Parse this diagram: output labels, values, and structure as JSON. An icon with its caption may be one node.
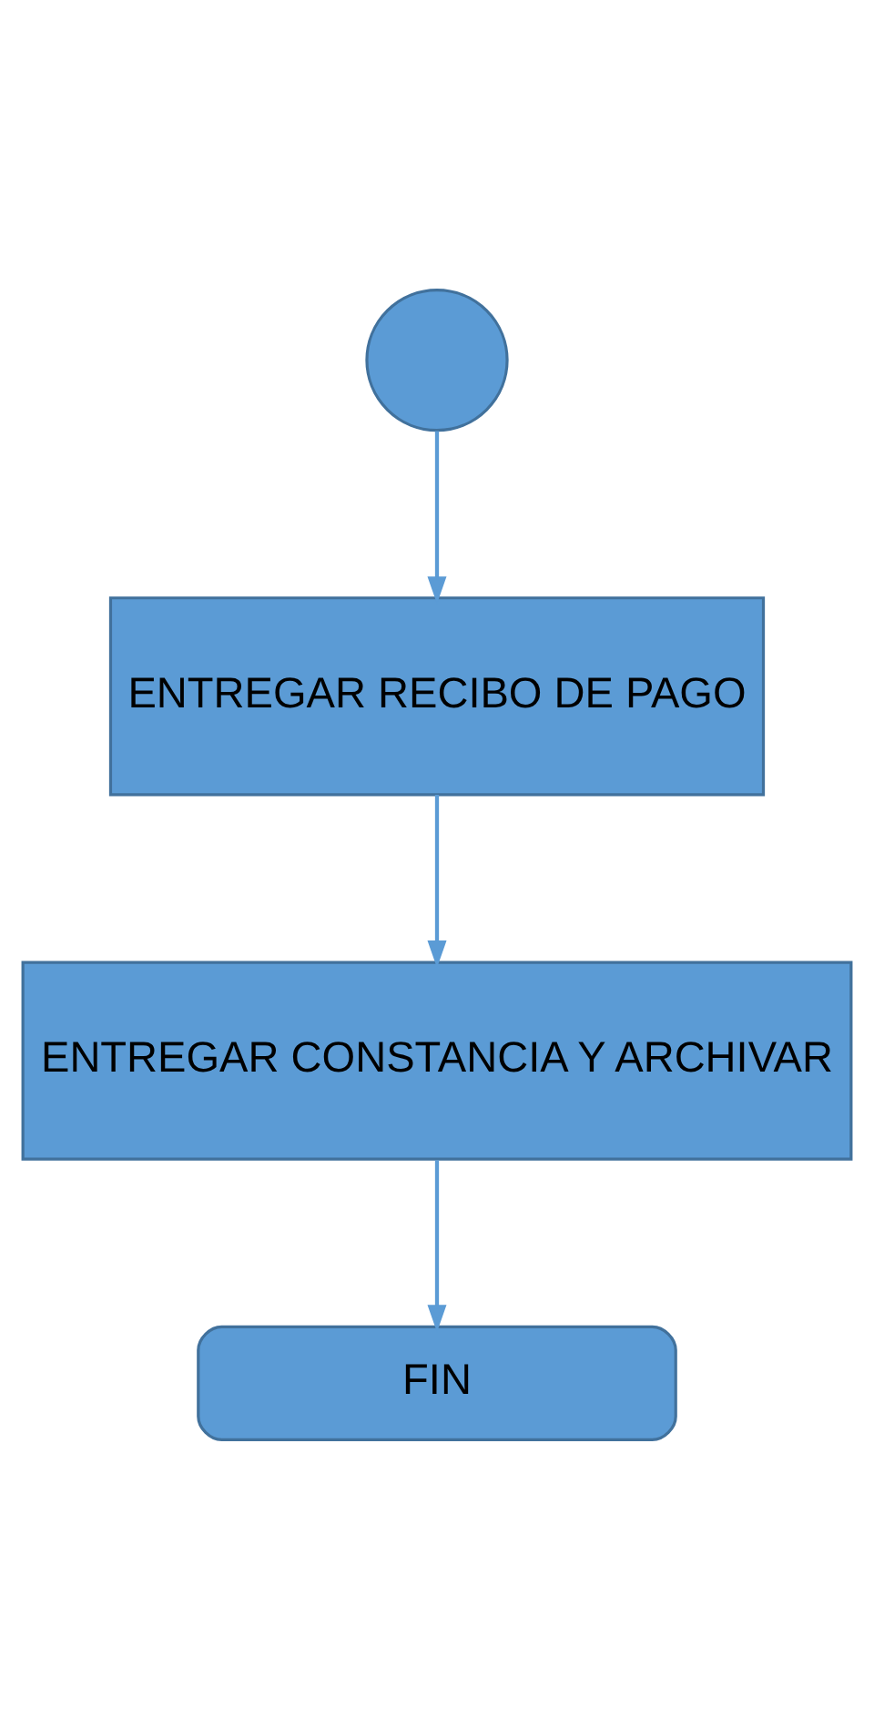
{
  "diagram": {
    "nodes": [
      {
        "text": [],
        "shape": "circle"
      },
      {
        "text": [
          "ENTREGAR RECIBO DE PAGO"
        ]
      },
      {
        "text": [
          "ENTREGAR CONSTANCIA Y ARCHIVAR"
        ]
      },
      {
        "text": [
          "FIN"
        ]
      }
    ],
    "edges": [
      {
        "from": 0,
        "to": 1,
        "arrow": "to"
      },
      {
        "from": 1,
        "to": 2,
        "arrow": "to"
      },
      {
        "from": 2,
        "to": 3,
        "arrow": "to"
      }
    ]
  }
}
